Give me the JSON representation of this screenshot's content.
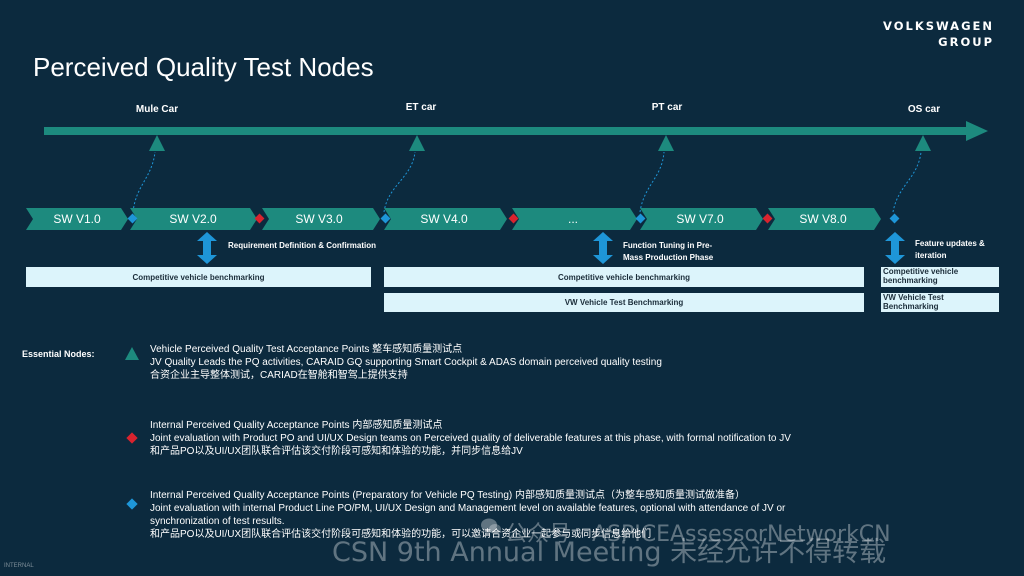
{
  "brand": {
    "line1": "VOLKSWAGEN",
    "line2": "GROUP"
  },
  "title": "Perceived Quality Test Nodes",
  "stages": [
    {
      "label": "Mule Car"
    },
    {
      "label": "ET car"
    },
    {
      "label": "PT car"
    },
    {
      "label": "OS car"
    }
  ],
  "sw_versions": [
    "SW V1.0",
    "SW V2.0",
    "SW V3.0",
    "SW V4.0",
    "...",
    "SW V7.0",
    "SW V8.0"
  ],
  "phase_notes": {
    "requirement": "Requirement Definition & Confirmation",
    "function_tuning_line1": "Function Tuning in Pre-",
    "function_tuning_line2": "Mass Production Phase",
    "feature_updates_line1": "Feature updates &",
    "feature_updates_line2": "iteration"
  },
  "benchmarks": {
    "competitive_1": "Competitive vehicle benchmarking",
    "competitive_2": "Competitive vehicle benchmarking",
    "competitive_3_line1": "Competitive vehicle",
    "competitive_3_line2": "benchmarking",
    "vw_1": "VW Vehicle Test Benchmarking",
    "vw_2_line1": "VW Vehicle Test",
    "vw_2_line2": "Benchmarking"
  },
  "legend": {
    "heading": "Essential Nodes:",
    "items": [
      {
        "icon": "green-triangle-icon",
        "title": "Vehicle Perceived Quality Test Acceptance Points 整车感知质量测试点",
        "line2": "JV Quality Leads the PQ activities, CARAID GQ supporting Smart Cockpit & ADAS domain perceived quality testing",
        "line3": "合资企业主导整体测试，CARIAD在智舱和智驾上提供支持"
      },
      {
        "icon": "red-diamond-icon",
        "title": "Internal Perceived Quality Acceptance Points 内部感知质量测试点",
        "line2": "Joint evaluation with Product PO and UI/UX Design teams on Perceived quality of deliverable features at this phase, with formal notification to JV",
        "line3": "和产品PO以及UI/UX团队联合评估该交付阶段可感知和体验的功能，并同步信息给JV"
      },
      {
        "icon": "blue-diamond-icon",
        "title": "Internal Perceived Quality Acceptance Points (Preparatory for Vehicle PQ Testing) 内部感知质量测试点（为整车感知质量测试做准备）",
        "line2": "Joint evaluation with internal Product Line PO/PM, UI/UX Design and Management level on available features, optional with attendance of JV or",
        "line3": "synchronization of test results.",
        "line4": "和产品PO以及UI/UX团队联合评估该交付阶段可感知和体验的功能，可以邀请合资企业一起参与或同步信息给他们"
      }
    ]
  },
  "watermark": {
    "top": "公众号 · ASPICEAssessorNetworkCN",
    "bottom": "CSN 9th Annual Meeting 未经允许不得转载"
  },
  "footer": "INTERNAL",
  "colors": {
    "background": "#0c2a3e",
    "teal": "#1d8a7e",
    "red": "#d9232e",
    "blue": "#1e96d8",
    "bench_fill": "#dcf4fb"
  }
}
